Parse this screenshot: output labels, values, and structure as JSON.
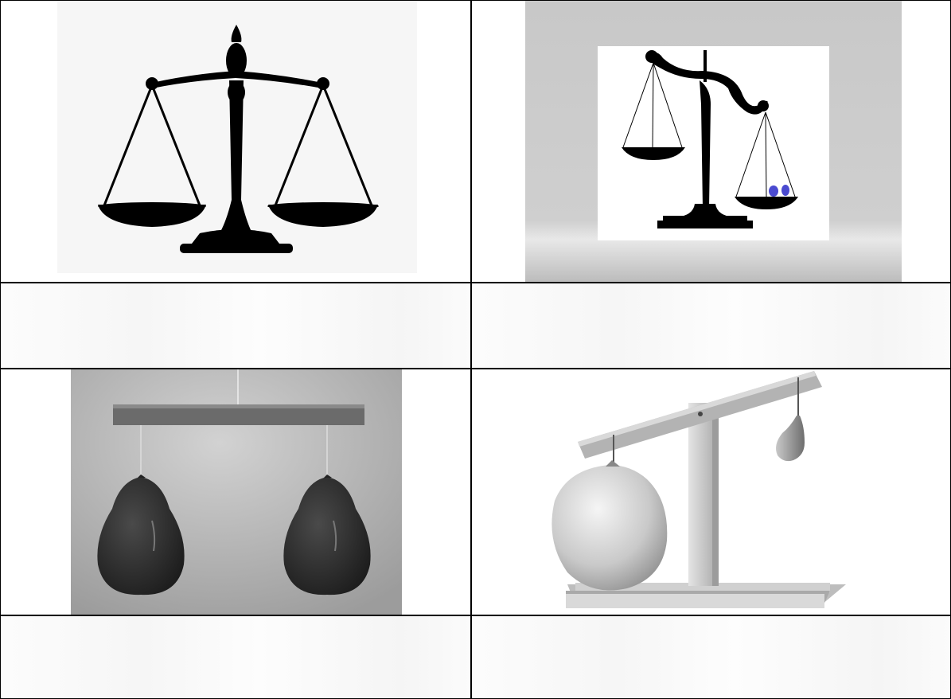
{
  "worksheet": {
    "illustrations": [
      {
        "id": "balanced-scale",
        "icon": "balance-scale-icon"
      },
      {
        "id": "tilted-scale-with-weights",
        "icon": "tilted-scale-icon",
        "weight_color": "#4a4ad0"
      },
      {
        "id": "balanced-balloons",
        "icon": "balloon-balance-icon"
      },
      {
        "id": "unbalanced-balloons",
        "icon": "balloon-lever-icon"
      }
    ],
    "answer_rows": [
      {
        "left": "",
        "right": ""
      },
      {
        "left": "",
        "right": ""
      }
    ],
    "colors": {
      "border": "#000000",
      "ink": "#000000",
      "balloon_dark": "#2e2e2e",
      "balloon_light": "#d9d9d9"
    }
  }
}
